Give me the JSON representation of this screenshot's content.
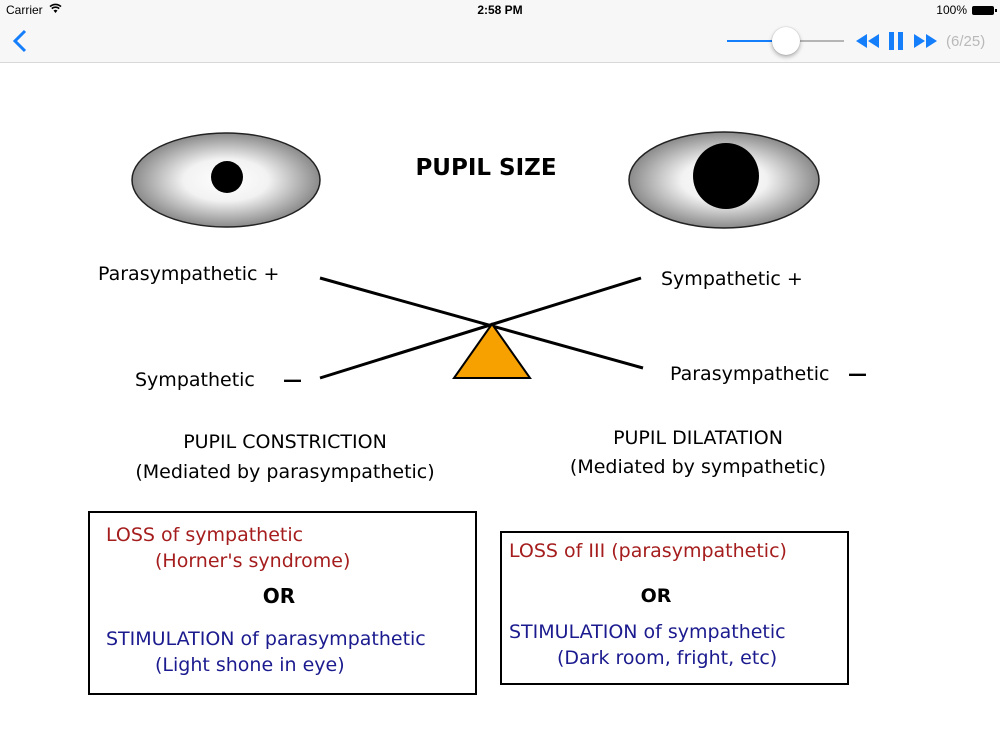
{
  "status_bar": {
    "carrier": "Carrier",
    "time": "2:58 PM",
    "battery": "100%"
  },
  "toolbar": {
    "slider_value": 0.5,
    "counter": "(6/25)",
    "accent": "#157efb"
  },
  "slide": {
    "title": "PUPIL SIZE",
    "left": {
      "top_label": "Parasympathetic +",
      "bottom_label": "Sympathetic",
      "bottom_sign": "—",
      "heading": "PUPIL CONSTRICTION",
      "subheading": "(Mediated by parasympathetic)",
      "box": {
        "line1": "LOSS of sympathetic",
        "line2": "(Horner's syndrome)",
        "or": "OR",
        "line3": "STIMULATION of parasympathetic",
        "line4": "(Light shone in eye)"
      }
    },
    "right": {
      "top_label": "Sympathetic +",
      "bottom_label": "Parasympathetic",
      "bottom_sign": "—",
      "heading": "PUPIL DILATATION",
      "subheading": "(Mediated by sympathetic)",
      "box": {
        "line1": "LOSS of III (parasympathetic)",
        "or": "OR",
        "line3": "STIMULATION of sympathetic",
        "line4": "(Dark room, fright, etc)"
      }
    },
    "colors": {
      "loss": "#a51d1d",
      "stimulation": "#1b1b8f",
      "fulcrum": "#f7a100"
    }
  }
}
